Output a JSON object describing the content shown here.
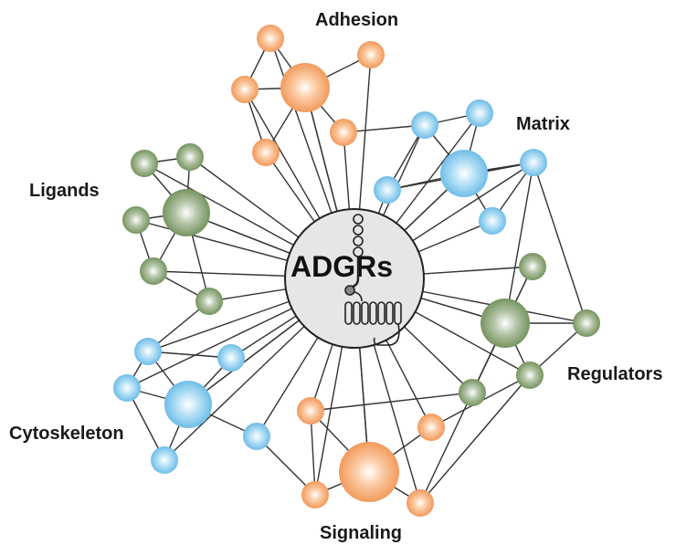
{
  "center": {
    "label": "ADGRs"
  },
  "groups": {
    "adhesion": {
      "label": "Adhesion",
      "color": "#f5a36a"
    },
    "matrix": {
      "label": "Matrix",
      "color": "#7ec6ec"
    },
    "ligands": {
      "label": "Ligands",
      "color": "#7d9a6b"
    },
    "regulators": {
      "label": "Regulators",
      "color": "#7d9a6b"
    },
    "cytoskeleton": {
      "label": "Cytoskeleton",
      "color": "#7ec6ec"
    },
    "signaling": {
      "label": "Signaling",
      "color": "#f5a36a"
    }
  },
  "colors": {
    "orange": "#f5a36a",
    "blue": "#7ec6ec",
    "green": "#7d9a6b",
    "edge": "#333333",
    "center_fill": "#e6e6e6"
  }
}
